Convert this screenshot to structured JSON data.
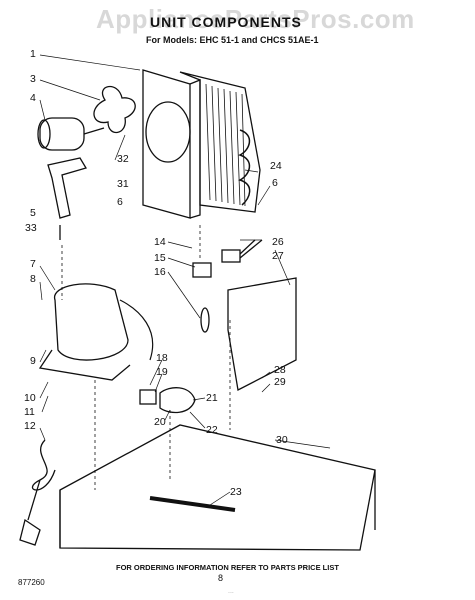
{
  "watermark": "AppliancePartsPros.com",
  "title": "UNIT COMPONENTS",
  "subtitle": "For Models: EHC 51-1 and CHCS 51AE-1",
  "callouts": [
    "1",
    "3",
    "4",
    "32",
    "31",
    "6",
    "5",
    "33",
    "24",
    "6",
    "14",
    "26",
    "15",
    "27",
    "16",
    "7",
    "8",
    "9",
    "18",
    "19",
    "10",
    "11",
    "21",
    "20",
    "22",
    "28",
    "29",
    "12",
    "30",
    "23"
  ],
  "footer_note": "FOR ORDERING INFORMATION REFER TO PARTS PRICE LIST",
  "drawing_code": "877260",
  "page_number": "8",
  "faint_mark": "..."
}
